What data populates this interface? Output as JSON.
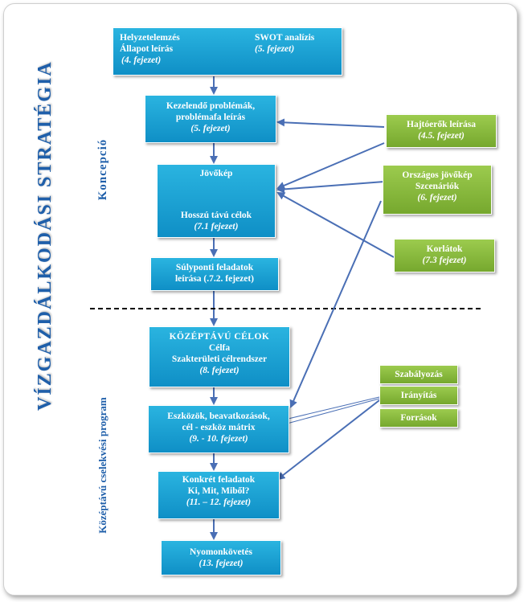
{
  "colors": {
    "blue_box": "#1aa3d6",
    "green_box": "#8cbd41",
    "arrow": "#4a6fb5",
    "main_title": "#1f5faa"
  },
  "side_labels": {
    "main_title": "VÍZGAZDÁLKODÁSI STRATÉGIA",
    "koncepcio": "Koncepció",
    "program": "Középtávú cselekvési program"
  },
  "boxes": {
    "helyzet": {
      "line1": "Helyzetelemzés",
      "line2": "Állapot leírás",
      "line3": "(4. fejezet)"
    },
    "swot": {
      "line1": "SWOT analízis",
      "line2": "(5. fejezet)"
    },
    "kezelendo": {
      "line1": "Kezelendő problémák,",
      "line2": "problémafa leírás",
      "line3": "(5. fejezet)"
    },
    "jovokep": {
      "line1": "Jövőkép",
      "line2": "Hosszú távú célok",
      "line3": "(7.1 fejezet)"
    },
    "sulyponti": {
      "line1": "Súlyponti feladatok",
      "line2": "leírása (.7.2. fejezet)"
    },
    "kozeptavu": {
      "line1": "KÖZÉPTÁVÚ CÉLOK",
      "line2": "Célfa",
      "line3": "Szakterületi célrendszer",
      "line4": "(8. fejezet)"
    },
    "eszkozok": {
      "line1": "Eszközök, beavatkozások,",
      "line2": "cél - eszköz mátrix",
      "line3": "(9. - 10. fejezet)"
    },
    "konkret": {
      "line1": "Konkrét feladatok",
      "line2": "Ki, Mit, Miből?",
      "line3": "(11. – 12. fejezet)"
    },
    "nyomon": {
      "line1": "Nyomonkövetés",
      "line2": "(13. fejezet)"
    },
    "hajtoerok": {
      "line1": "Hajtóerők leírása",
      "line2": "(4.5. fejezet)"
    },
    "orszagos": {
      "line1": "Országos jövőkép",
      "line2": "Szcenáriók",
      "line3": "(6. fejezet)"
    },
    "korlatok": {
      "line1": "Korlátok",
      "line2": "(7.3 fejezet)"
    },
    "szabalyozas": {
      "line1": "Szabályozás"
    },
    "iranyitas": {
      "line1": "Irányítás"
    },
    "forrasok": {
      "line1": "Források"
    }
  }
}
